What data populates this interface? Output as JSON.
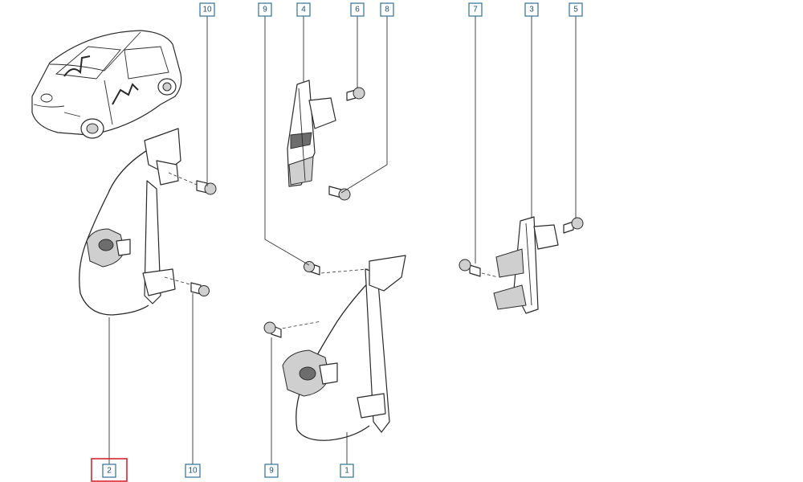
{
  "callouts": {
    "top": [
      "10",
      "9",
      "4",
      "6",
      "8",
      "7",
      "3",
      "5"
    ],
    "bottom": [
      "2",
      "10",
      "9",
      "1"
    ]
  },
  "highlighted_callout": "2",
  "colors": {
    "callout_border": "#2f6f9a",
    "callout_text": "#1f4f75",
    "highlight": "#d9262b",
    "line_art": "#2a2a2a"
  }
}
